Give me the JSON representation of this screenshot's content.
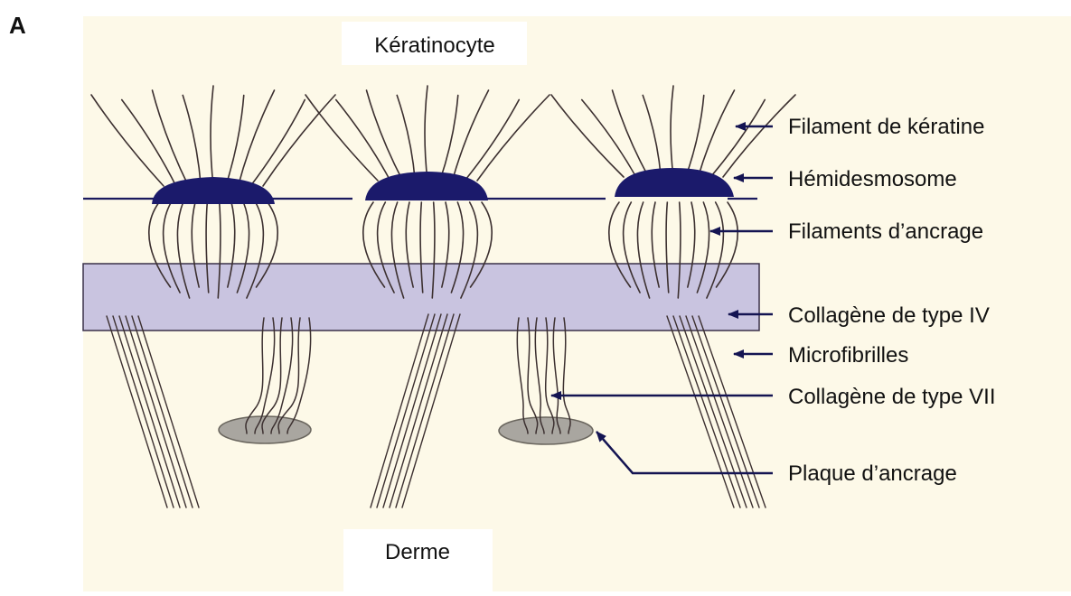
{
  "panel_label": "A",
  "top_label": "Kératinocyte",
  "bottom_label": "Derme",
  "labels": [
    "Filament de kératine",
    "Hémidesmosome",
    "Filaments d’ancrage",
    "Collagène de type IV",
    "Microfibrilles",
    "Collagène de type VII",
    "Plaque d’ancrage"
  ],
  "colors": {
    "background": "#fdf9e8",
    "membrane": "#1b1a5e",
    "hemidesmosome": "#1b1a6b",
    "lamina": "#c9c4e0",
    "plaque": "#a9a6a0",
    "filament": "#3c3030",
    "arrow": "#141452"
  }
}
